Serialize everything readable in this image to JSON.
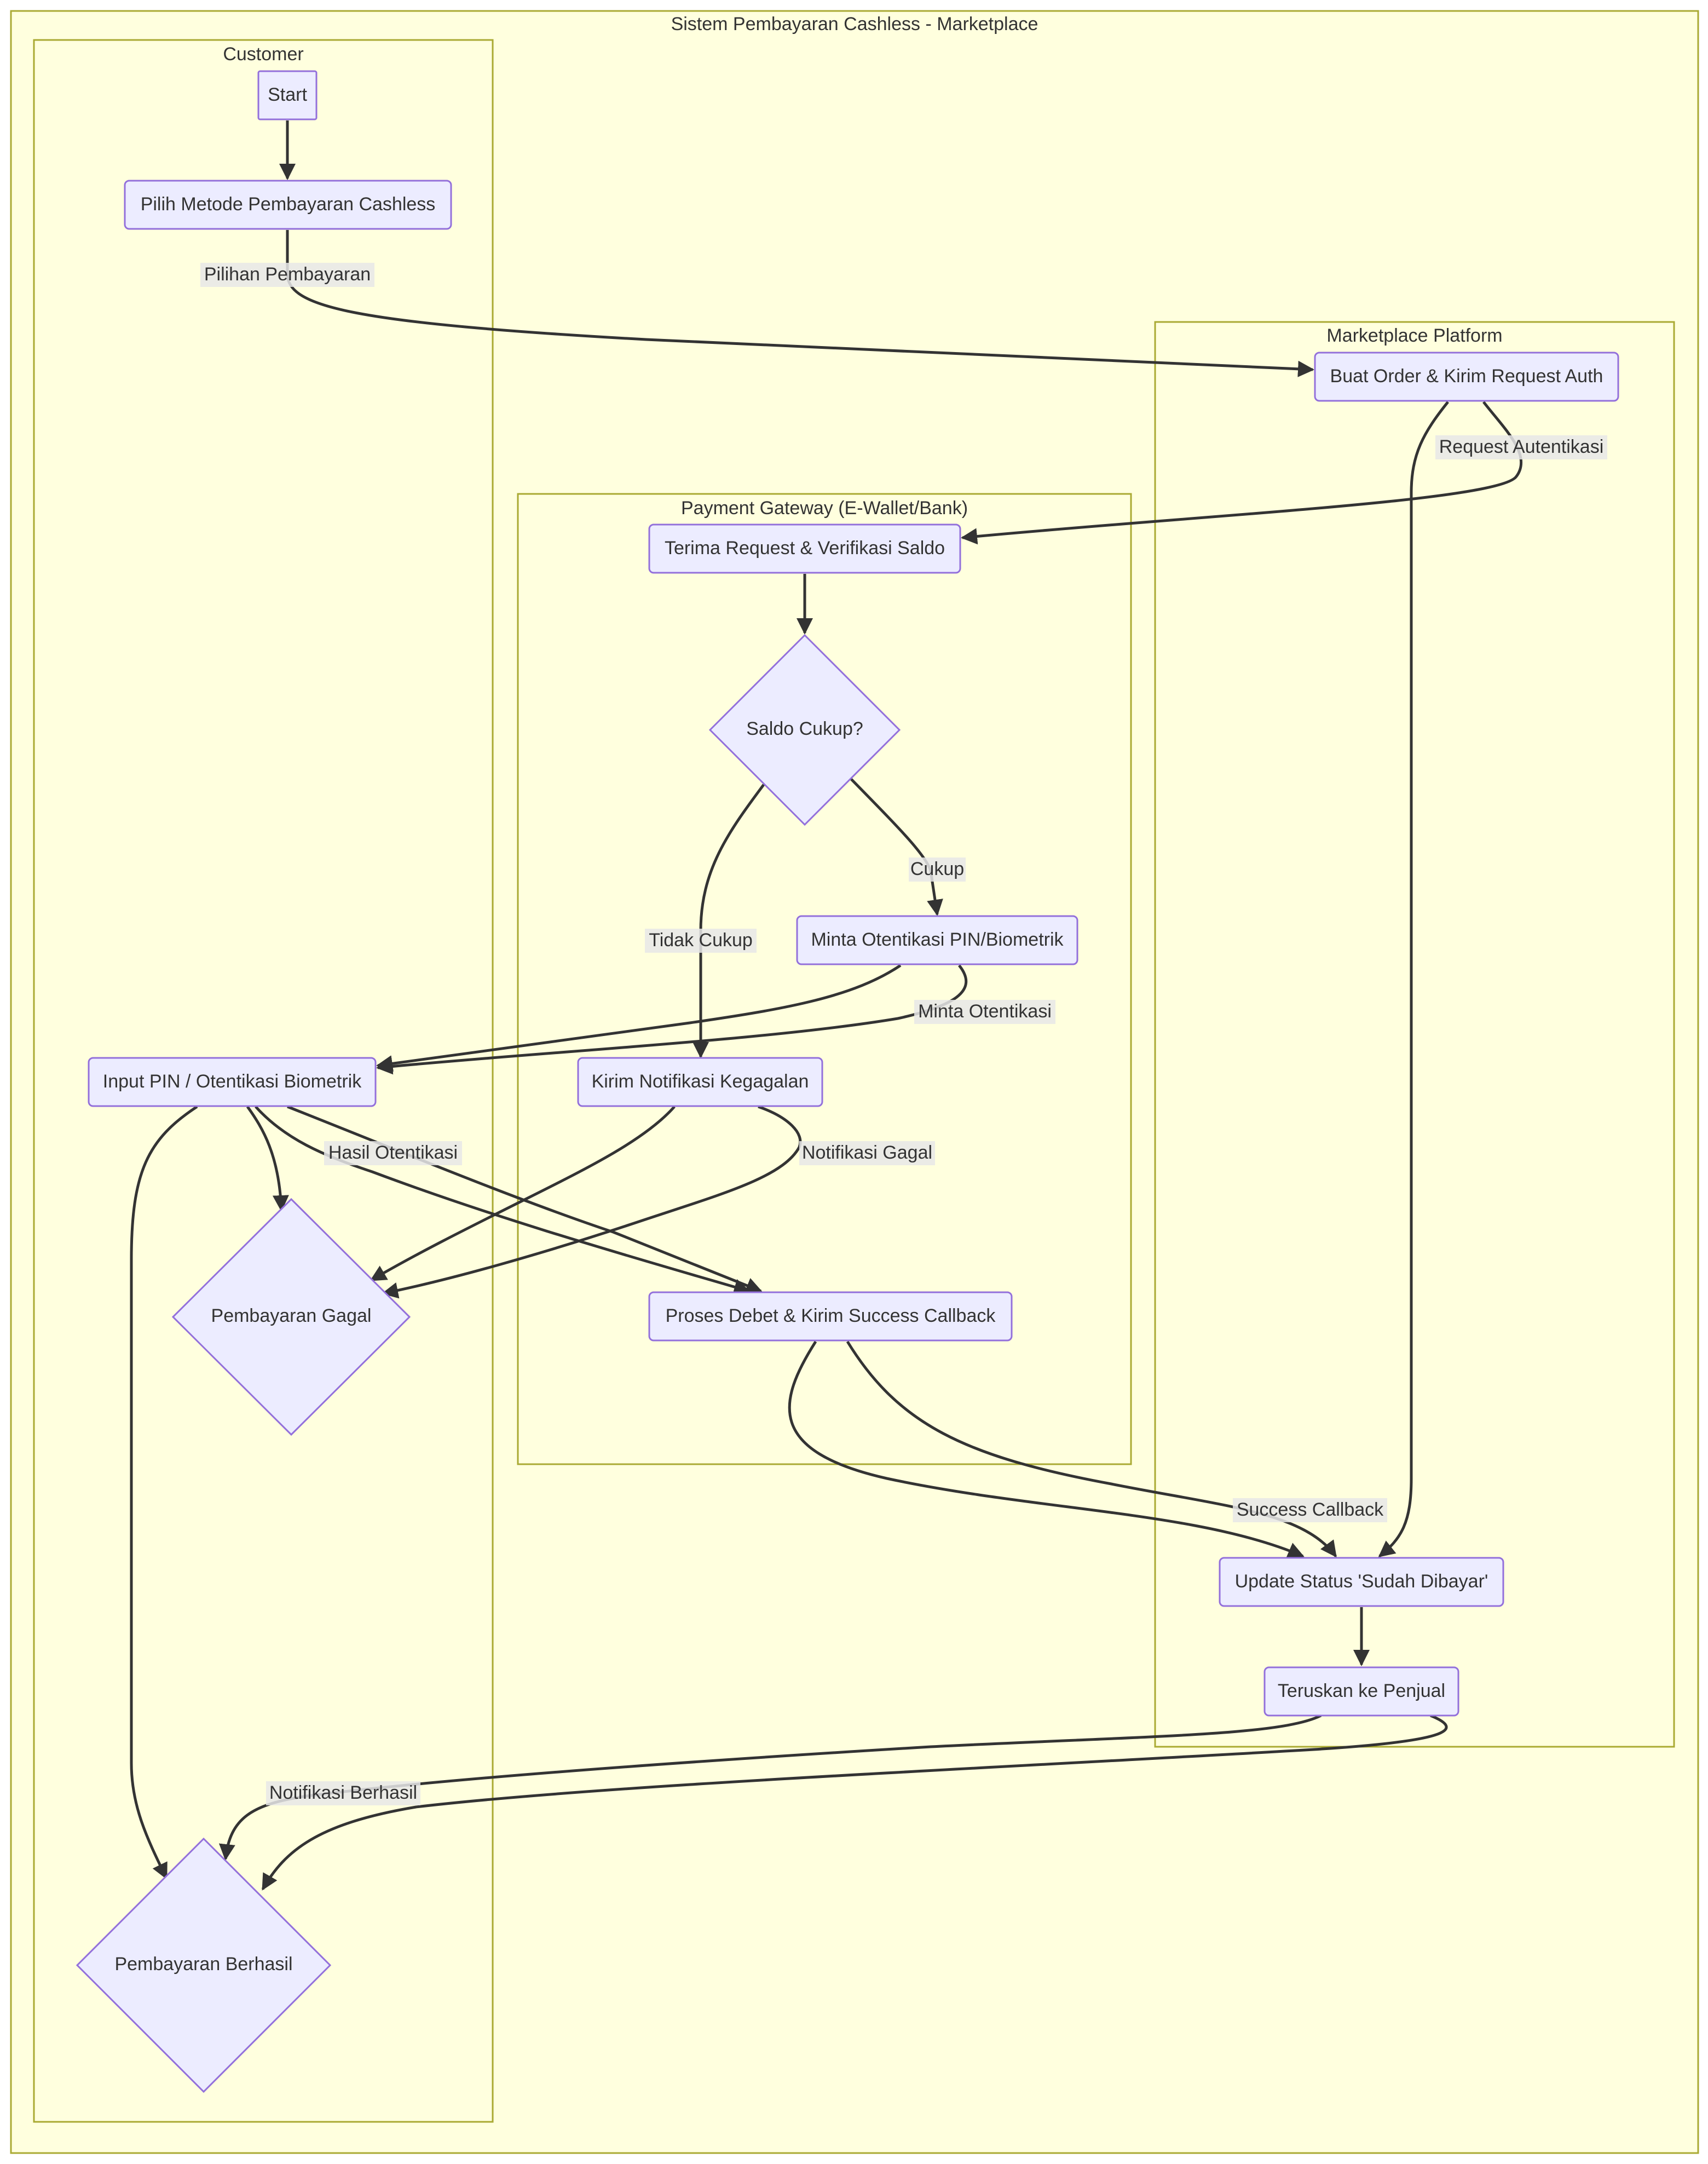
{
  "diagram": {
    "title": "Sistem Pembayaran Cashless - Marketplace",
    "clusters": {
      "customer": "Customer",
      "marketplace": "Marketplace Platform",
      "gateway": "Payment Gateway (E-Wallet/Bank)"
    },
    "nodes": {
      "start": "Start",
      "pilih": "Pilih Metode Pembayaran Cashless",
      "buat_order": "Buat Order & Kirim Request Auth",
      "terima": "Terima Request & Verifikasi Saldo",
      "saldo": "Saldo Cukup?",
      "minta": "Minta Otentikasi PIN/Biometrik",
      "input_pin": "Input PIN / Otentikasi Biometrik",
      "kirim_notif": "Kirim Notifikasi Kegagalan",
      "gagal": "Pembayaran Gagal",
      "proses": "Proses Debet & Kirim Success Callback",
      "update": "Update Status 'Sudah Dibayar'",
      "teruskan": "Teruskan ke Penjual",
      "berhasil": "Pembayaran Berhasil"
    },
    "edge_labels": {
      "pilihan": "Pilihan Pembayaran",
      "request": "Request Autentikasi",
      "cukup": "Cukup",
      "tidak_cukup": "Tidak Cukup",
      "minta_otentikasi": "Minta Otentikasi",
      "hasil": "Hasil Otentikasi",
      "notif_gagal": "Notifikasi Gagal",
      "success": "Success Callback",
      "notif_berhasil": "Notifikasi Berhasil"
    },
    "colors": {
      "cluster_fill": "#ffffde",
      "cluster_stroke": "#aaaa33",
      "node_fill": "#ececff",
      "node_stroke": "#9370db",
      "edge": "#333333",
      "label_bg": "#e8e8e8"
    }
  }
}
